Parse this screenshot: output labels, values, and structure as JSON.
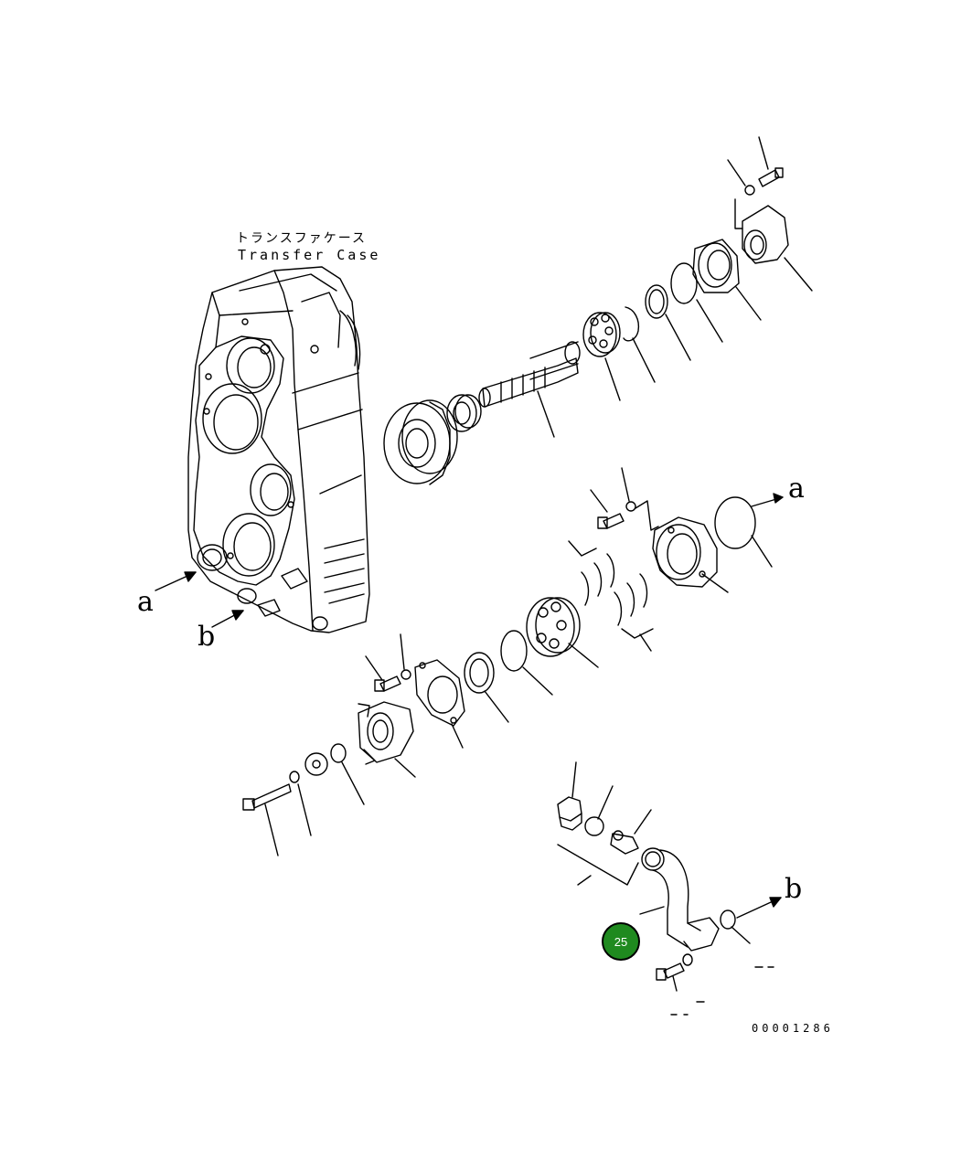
{
  "case_label": {
    "japanese": "トランスファケース",
    "english": "Transfer Case"
  },
  "connection_letters": {
    "a_top": "a",
    "a_left": "a",
    "b_left": "b",
    "b_bottom": "b"
  },
  "callout_marker": {
    "number": "25",
    "color": "#1f8a1f"
  },
  "reference_code": "00001286",
  "line_color": "#000000"
}
